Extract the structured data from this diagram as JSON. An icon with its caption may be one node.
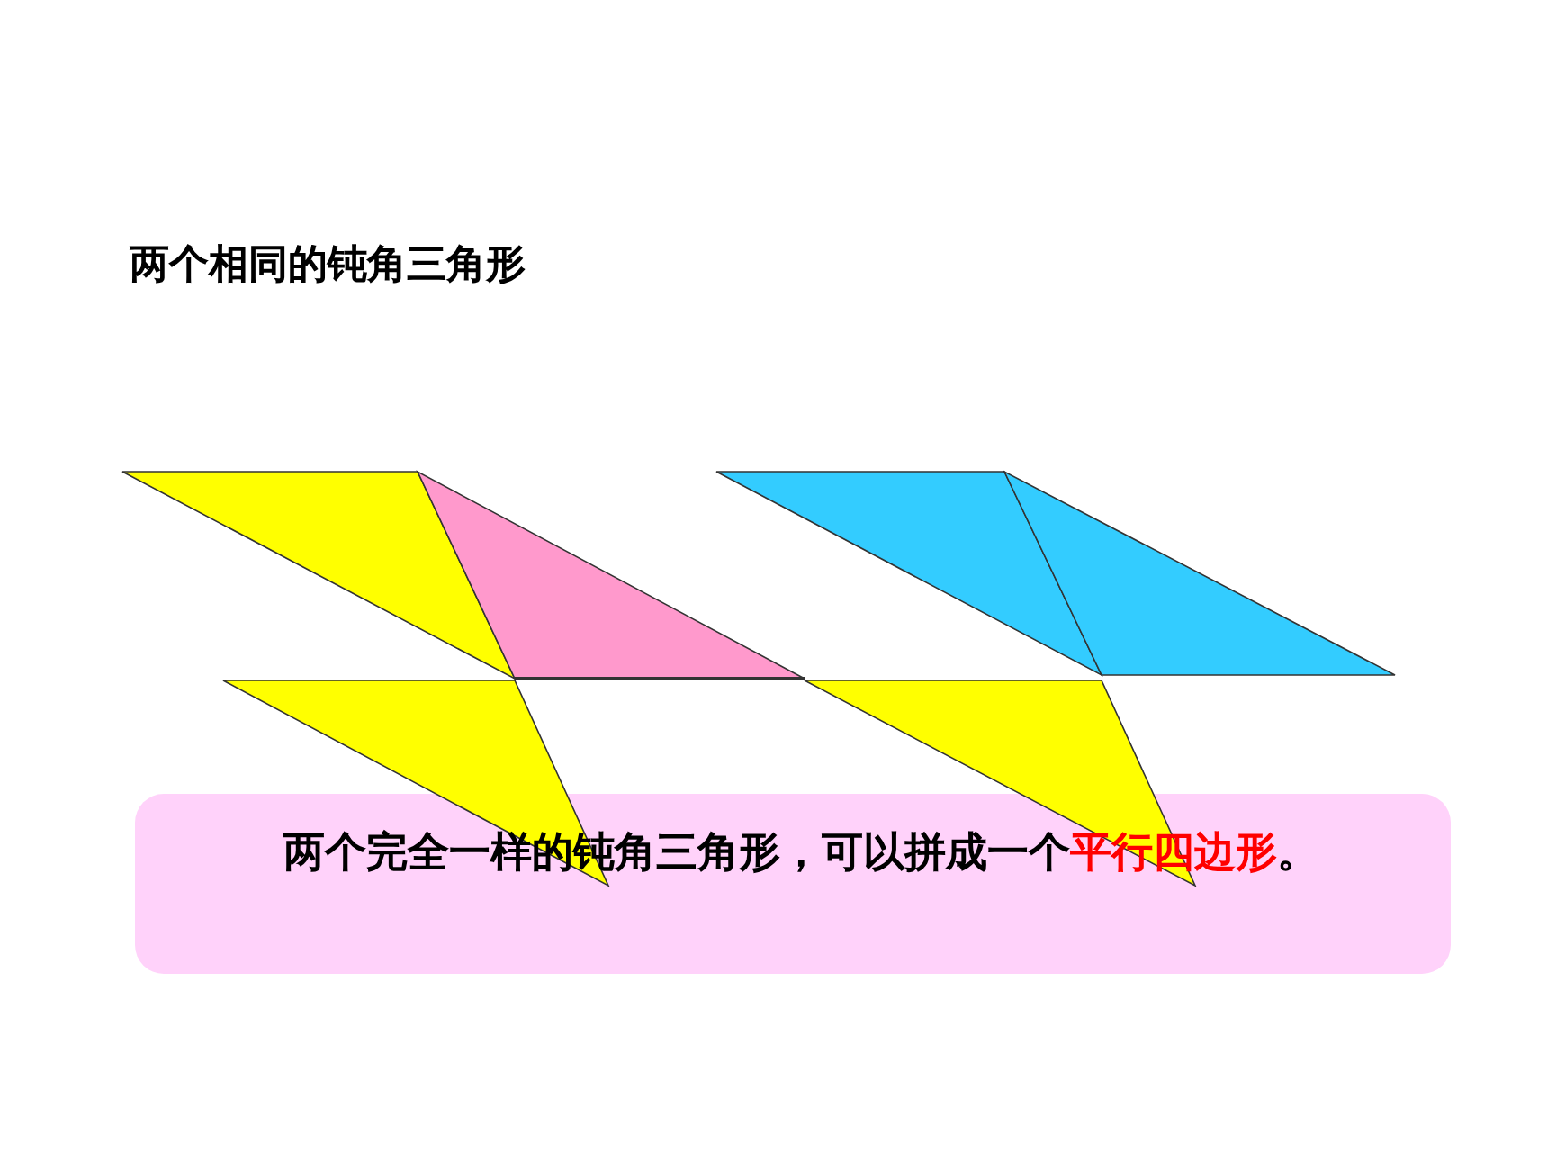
{
  "diagram": {
    "title": "两个相同的钝角三角形",
    "nodes": [
      {
        "text": [
          "两个完全一样的钝角三角形，可以拼成一个",
          "平行四边形",
          "。"
        ]
      }
    ]
  }
}
